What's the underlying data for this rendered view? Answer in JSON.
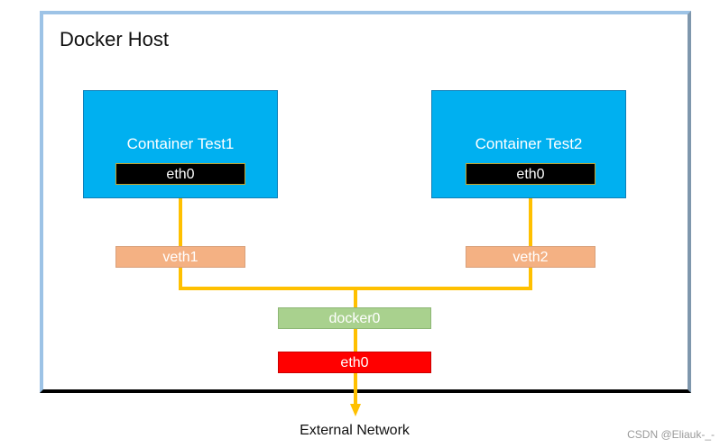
{
  "host": {
    "title": "Docker Host"
  },
  "containers": [
    {
      "label": "Container Test1",
      "interface": "eth0",
      "veth": "veth1"
    },
    {
      "label": "Container Test2",
      "interface": "eth0",
      "veth": "veth2"
    }
  ],
  "bridge": {
    "label": "docker0"
  },
  "host_interface": {
    "label": "eth0"
  },
  "external": {
    "label": "External Network"
  },
  "watermark": "CSDN @Eliauk-_-",
  "colors": {
    "host_border": "#9dc3e6",
    "container_fill": "#00b0f0",
    "interface_fill": "#000000",
    "veth_fill": "#f4b183",
    "bridge_fill": "#a9d18e",
    "host_eth_fill": "#ff0000",
    "link_color": "#ffc000"
  }
}
